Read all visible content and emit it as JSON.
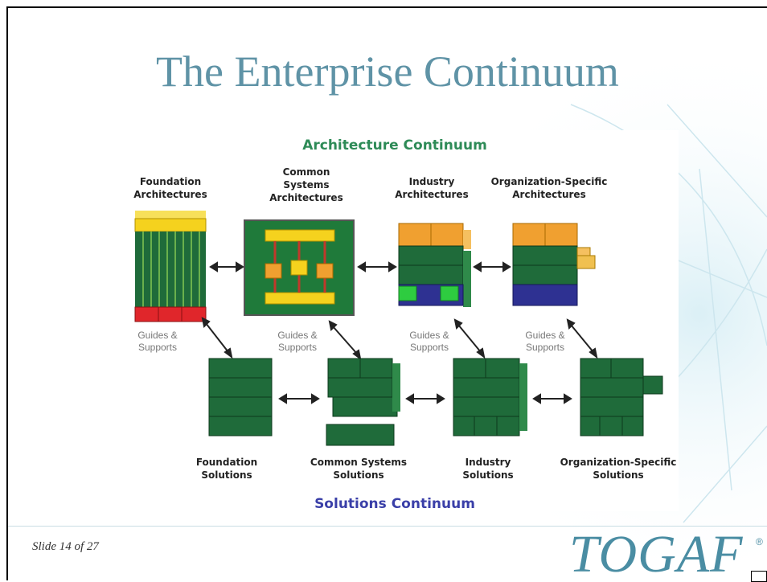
{
  "slide": {
    "title": "The Enterprise Continuum",
    "number": "Slide 14  of 27",
    "logo_text": "TOGAF",
    "logo_mark": "®"
  },
  "diagram": {
    "architecture_continuum_title": "Architecture Continuum",
    "solutions_continuum_title": "Solutions Continuum",
    "architectures": [
      {
        "label": "Foundation\nArchitectures"
      },
      {
        "label": "Common\nSystems\nArchitectures"
      },
      {
        "label": "Industry\nArchitectures"
      },
      {
        "label": "Organization-Specific\nArchitectures"
      }
    ],
    "solutions": [
      {
        "label": "Foundation\nSolutions"
      },
      {
        "label": "Common Systems\nSolutions"
      },
      {
        "label": "Industry\nSolutions"
      },
      {
        "label": "Organization-Specific\nSolutions"
      }
    ],
    "guides_label": "Guides &\nSupports"
  },
  "colors": {
    "title": "#5f93a6",
    "architecture_title": "#2e8b57",
    "solutions_title": "#3a3fa8",
    "block_green": "#1f6b3a",
    "block_orange": "#f0a030",
    "block_yellow": "#f5d21e",
    "block_red": "#e0262b",
    "block_blue": "#2e3192",
    "logo": "#4a8da3"
  }
}
